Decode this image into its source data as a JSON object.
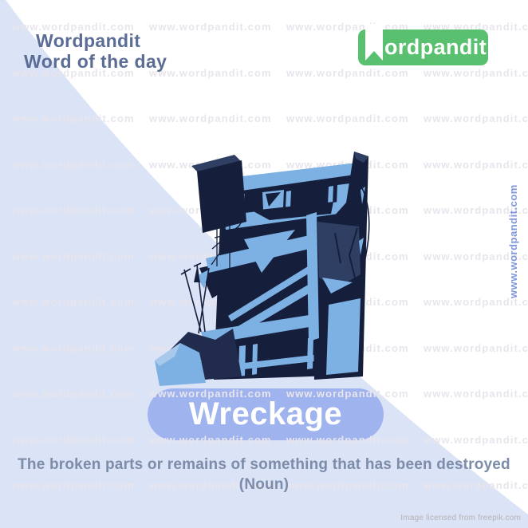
{
  "colors": {
    "background": "#ffffff",
    "diagonal_blue": "#dbe3f7",
    "header_text": "#5b6d95",
    "definition_text": "#7c8ca9",
    "pill": "#9fb3ef",
    "pill_text": "#ffffff",
    "logo_green": "#59c06f",
    "logo_text": "#ffffff",
    "watermark": "#e8e5ec",
    "watermark_vertical": "#7e96dc",
    "credit_text": "#b5b2b2",
    "ill_dark": "#151f3c",
    "ill_dark2": "#202b4d",
    "ill_mid": "#2e3f63",
    "ill_light": "#7db1e3",
    "ill_pale": "#a9c9ec"
  },
  "header": {
    "brand": "Wordpandit",
    "tagline": "Word of the day"
  },
  "logo": {
    "wordmark": "ordpandit",
    "icon": "bookmark-ribbon"
  },
  "watermark": {
    "text": "www.wordpandit.com"
  },
  "word_card": {
    "word": "Wreckage"
  },
  "definition": {
    "line": "The broken parts or remains of something that has been destroyed",
    "part_of_speech": "(Noun)"
  },
  "credit": {
    "text": "Image licensed from freepik.com"
  },
  "illustration": {
    "label": "wrecked-building-illustration"
  }
}
